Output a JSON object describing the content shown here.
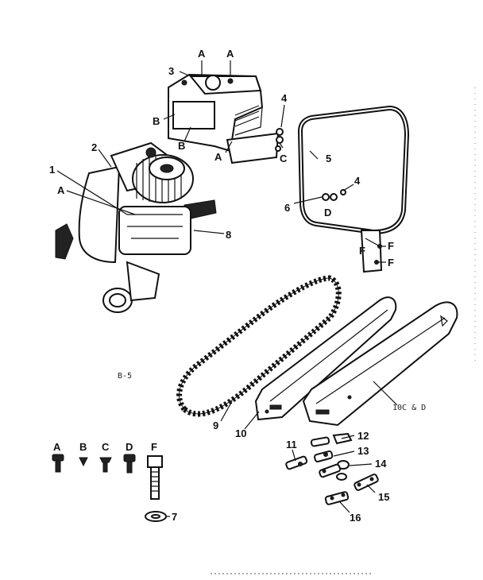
{
  "diagram": {
    "figure_label": "B-5",
    "callouts": {
      "c1": "1",
      "c2": "2",
      "c3": "3",
      "c4a": "4",
      "c4b": "4",
      "c5": "5",
      "c6": "6",
      "c7": "7",
      "c8": "8",
      "c9": "9",
      "c10": "10",
      "c10cd": "10C & D",
      "c11": "11",
      "c12": "12",
      "c13": "13",
      "c14": "14",
      "c15": "15",
      "c16": "16"
    },
    "letters": {
      "a1": "A",
      "a2": "A",
      "a3": "A",
      "a4": "A",
      "b1": "B",
      "b2": "B",
      "c1": "C",
      "d1": "D",
      "f1": "F",
      "f2": "F",
      "f3": "F"
    },
    "fastener_labels": [
      "A",
      "B",
      "C",
      "D",
      "F"
    ]
  }
}
